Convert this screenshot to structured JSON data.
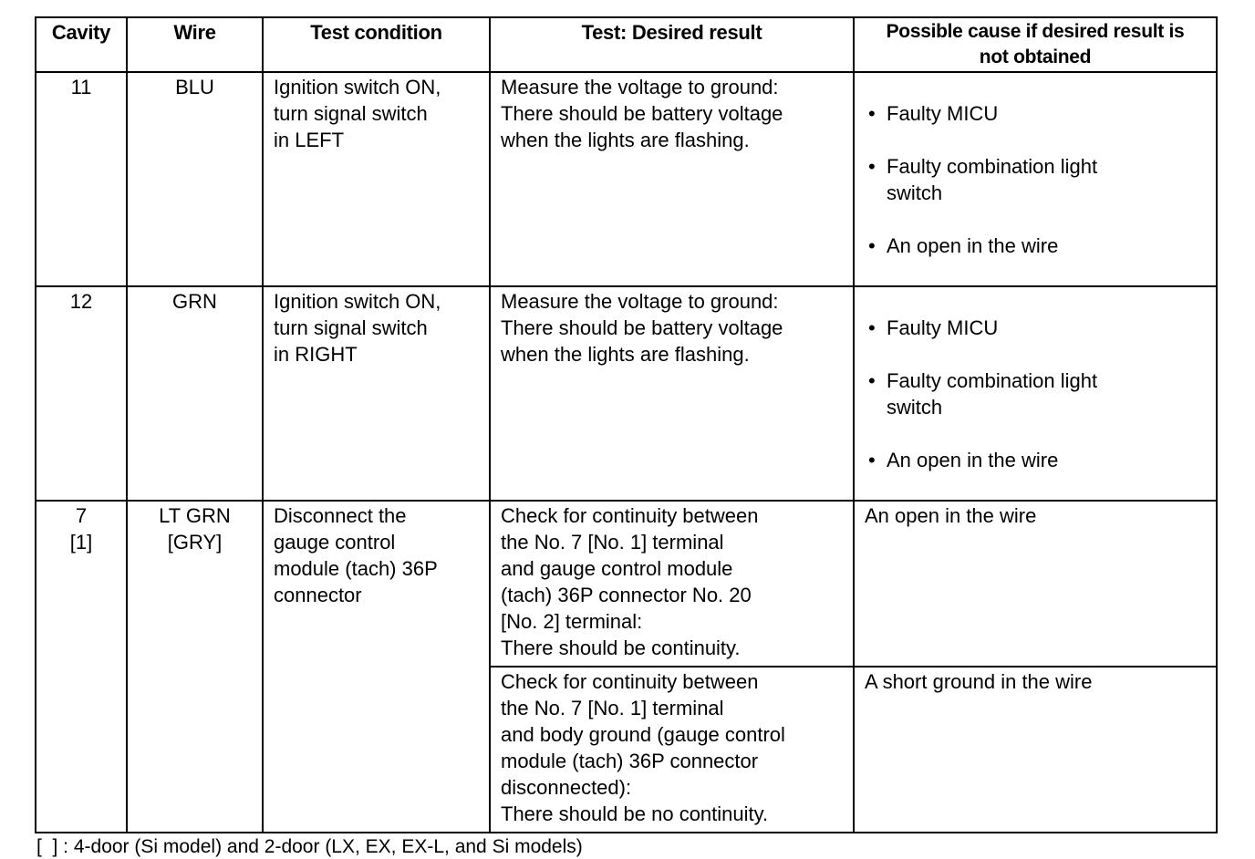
{
  "headers": [
    "Cavity",
    "Wire",
    "Test condition",
    "Test: Desired result",
    "Possible cause if desired result is\nnot obtained"
  ],
  "rows": [
    {
      "cavity": "11",
      "wire": "BLU",
      "condition": "Ignition switch ON,\nturn signal switch\nin LEFT",
      "result": "Measure the voltage to ground:\nThere should be battery voltage\nwhen the lights are flashing.",
      "causes": [
        "Faulty MICU",
        "Faulty combination light\nswitch",
        "An open in the wire"
      ]
    },
    {
      "cavity": "12",
      "wire": "GRN",
      "condition": "Ignition switch ON,\nturn signal switch\nin RIGHT",
      "result": "Measure the voltage to ground:\nThere should be battery voltage\nwhen the lights are flashing.",
      "causes": [
        "Faulty MICU",
        "Faulty combination light\nswitch",
        "An open in the wire"
      ]
    },
    {
      "cavity": "7\n[1]",
      "wire": "LT GRN\n[GRY]",
      "condition": "Disconnect the\ngauge control\nmodule (tach) 36P\nconnector",
      "tests": [
        {
          "result": "Check for continuity between\nthe No. 7  [No. 1]  terminal\nand gauge control module\n(tach) 36P connector No. 20\n  [No. 2]  terminal:\nThere should be continuity.",
          "cause": "An open in the wire"
        },
        {
          "result": "Check for continuity between\nthe No. 7  [No. 1]  terminal\nand body ground (gauge control\nmodule (tach) 36P connector\ndisconnected):\nThere should be no continuity.",
          "cause": "A short ground in the wire"
        }
      ]
    }
  ],
  "footnote": "[  ] : 4-door (Si model) and 2-door (LX, EX, EX-L, and Si models)"
}
